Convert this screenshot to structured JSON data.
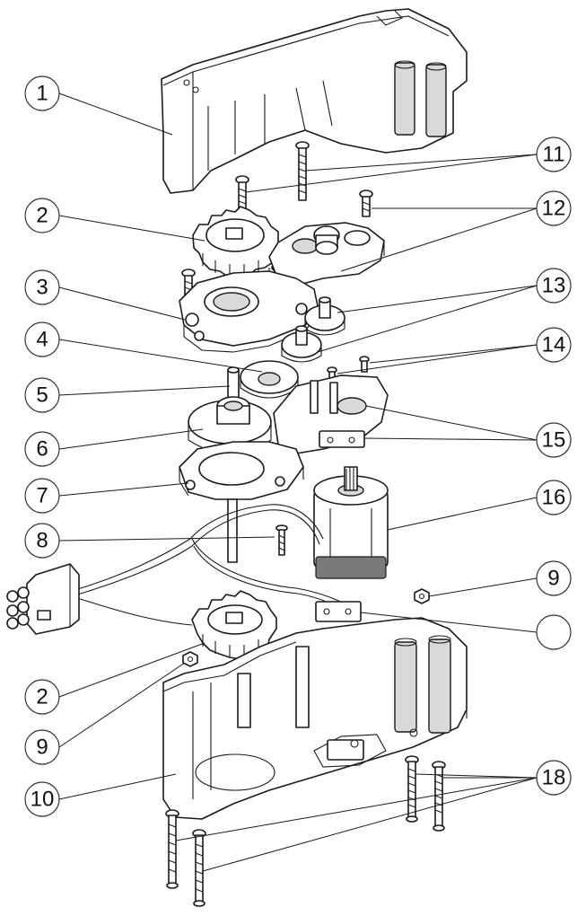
{
  "callouts": [
    {
      "id": "c1",
      "label": "1"
    },
    {
      "id": "c2a",
      "label": "2"
    },
    {
      "id": "c3",
      "label": "3"
    },
    {
      "id": "c4",
      "label": "4"
    },
    {
      "id": "c5",
      "label": "5"
    },
    {
      "id": "c6",
      "label": "6"
    },
    {
      "id": "c7",
      "label": "7"
    },
    {
      "id": "c8",
      "label": "8"
    },
    {
      "id": "c2b",
      "label": "2"
    },
    {
      "id": "c9b",
      "label": "9"
    },
    {
      "id": "c10",
      "label": "10"
    },
    {
      "id": "c11",
      "label": "11"
    },
    {
      "id": "c12",
      "label": "12"
    },
    {
      "id": "c13",
      "label": "13"
    },
    {
      "id": "c14",
      "label": "14"
    },
    {
      "id": "c15",
      "label": "15"
    },
    {
      "id": "c16",
      "label": "16"
    },
    {
      "id": "c9a",
      "label": "9"
    },
    {
      "id": "c17",
      "label": ""
    },
    {
      "id": "c18",
      "label": "18"
    }
  ]
}
